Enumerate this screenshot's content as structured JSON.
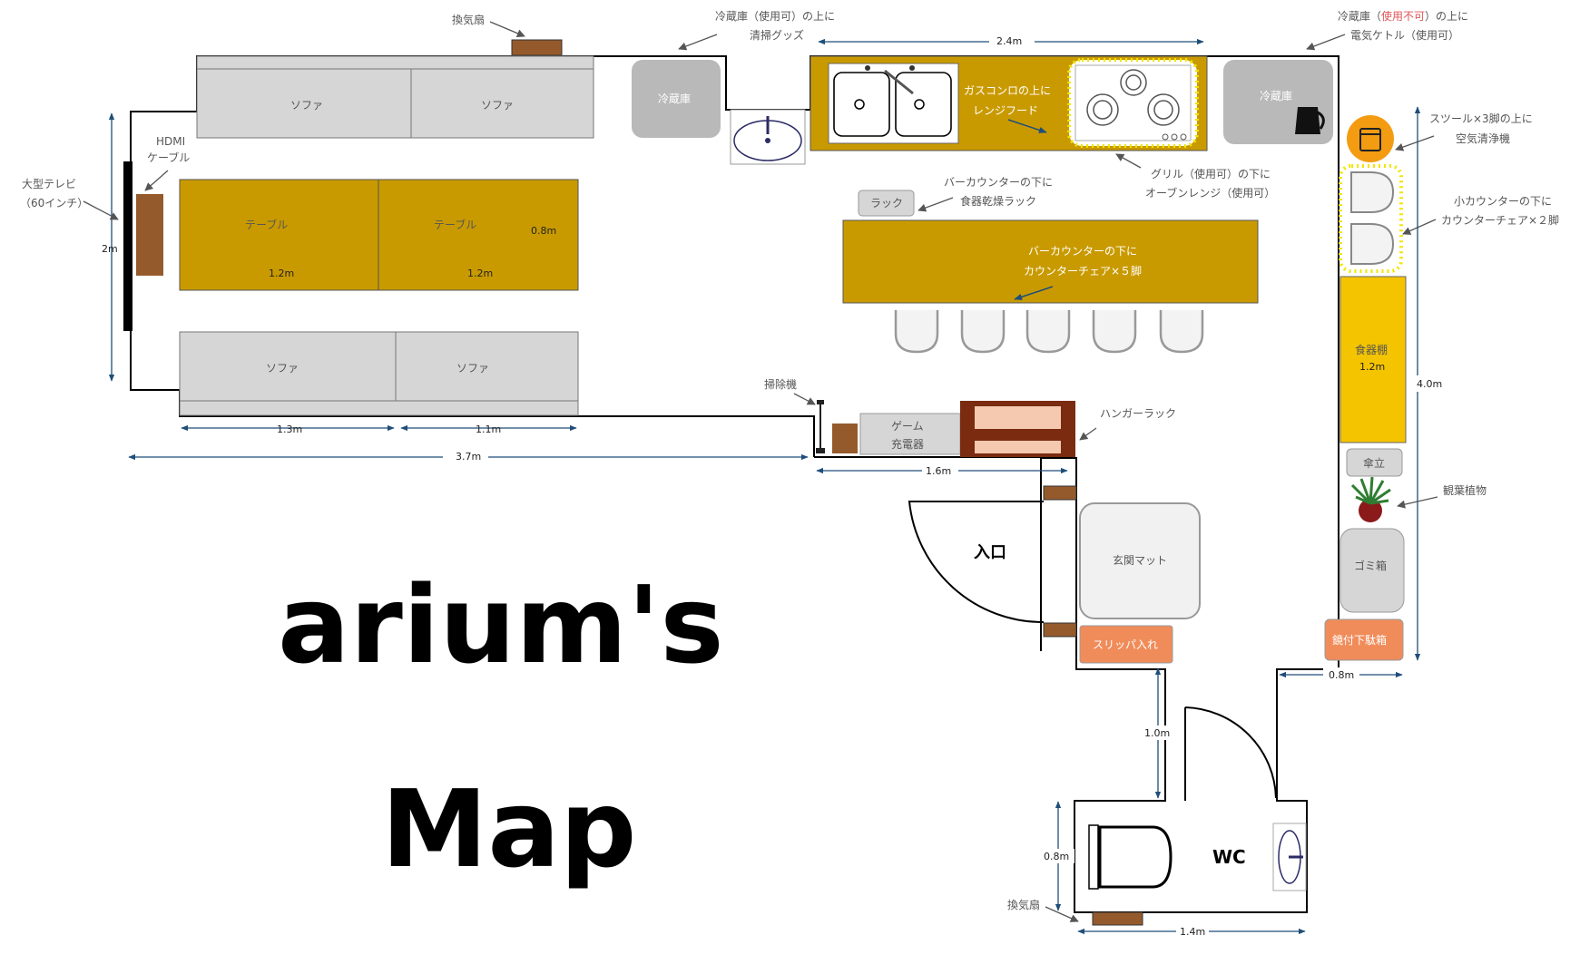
{
  "title_line1": "arium's",
  "title_line2": "Map",
  "labels": {
    "fan_top": "換気扇",
    "fridge_note_1a": "冷蔵庫（使用可）の上に",
    "fridge_note_1b": "清掃グッズ",
    "dim_kitchen": "2.4m",
    "fridge_note_2a_pre": "冷蔵庫（",
    "fridge_note_2a_red": "使用不可",
    "fridge_note_2a_post": "）の上に",
    "fridge_note_2b": "電気ケトル（使用可）",
    "sofa": "ソファ",
    "fridge": "冷蔵庫",
    "hood_a": "ガスコンロの上に",
    "hood_b": "レンジフード",
    "stool_a": "スツール×3脚の上に",
    "stool_b": "空気清浄機",
    "hdmi_a": "HDMI",
    "hdmi_b": "ケーブル",
    "tv_a": "大型テレビ",
    "tv_b": "（60インチ）",
    "grill_a": "グリル（使用可）の下に",
    "grill_b": "オーブンレンジ（使用可）",
    "rack": "ラック",
    "rack_note_a": "バーカウンターの下に",
    "rack_note_b": "食器乾燥ラック",
    "small_counter_a": "小カウンターの下に",
    "small_counter_b": "カウンターチェア×２脚",
    "table": "テーブル",
    "dim_table_w": "1.2m",
    "dim_table_h": "0.8m",
    "dim_tv": "2m",
    "bar_a": "バーカウンターの下に",
    "bar_b": "カウンターチェア×５脚",
    "cupboard": "食器棚",
    "dim_cupboard": "1.2m",
    "dim_right": "4.0m",
    "cleaner": "掃除機",
    "game_a": "ゲーム",
    "game_b": "充電器",
    "hanger": "ハンガーラック",
    "dim_sofa_1": "1.3m",
    "dim_sofa_2": "1.1m",
    "dim_room": "3.7m",
    "dim_hall": "1.6m",
    "umbrella": "傘立",
    "plant": "観葉植物",
    "entrance": "入口",
    "mat": "玄関マット",
    "trash": "ゴミ箱",
    "slippers": "スリッパ入れ",
    "shoebox": "鏡付下駄箱",
    "dim_corr_w": "0.8m",
    "dim_corr_h": "1.0m",
    "wc": "WC",
    "dim_wc_h": "0.8m",
    "fan_wc": "換気扇",
    "dim_wc_w": "1.4m"
  },
  "colors": {
    "furniture_gold": "#c99a00",
    "cupboard_yellow": "#f5c400",
    "sofa_gray": "#d6d6d6",
    "fridge_gray": "#b9b9b9",
    "wood_brown": "#955a2c",
    "salmon": "#f08c5a",
    "orange": "#f39c12",
    "dim_blue": "#1f4e79",
    "note_red": "#e05555"
  }
}
